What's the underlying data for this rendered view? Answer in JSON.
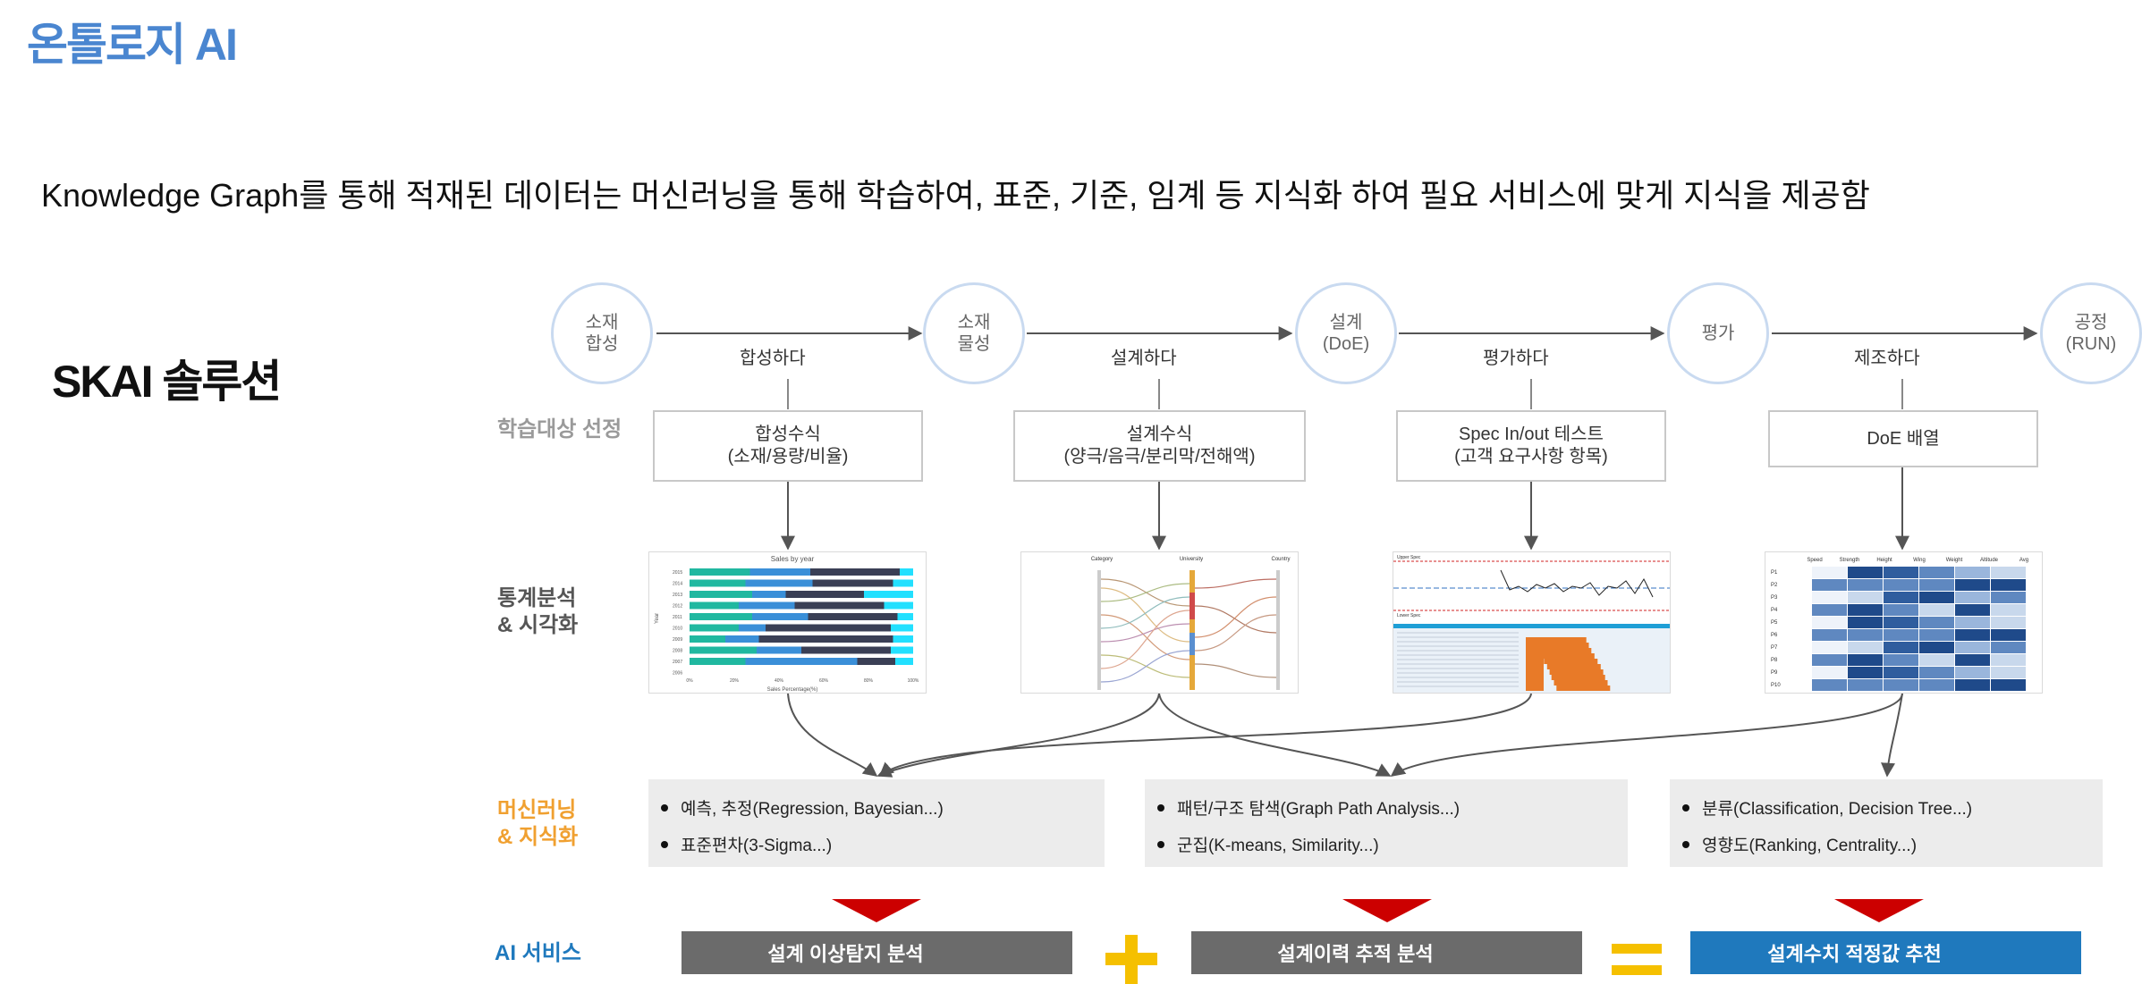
{
  "header": {
    "brand": "온톨로지 AI"
  },
  "subtitle": "Knowledge Graph를 통해 적재된 데이터는 머신러닝을 통해 학습하여, 표준, 기준, 임계 등 지식화 하여 필요 서비스에 맞게 지식을 제공함",
  "solution_title": "SKAI 솔루션",
  "row_labels": {
    "learning_target": "학습대상 선정",
    "stats": "통계분석\n& 시각화",
    "ml": "머신러닝\n& 지식화",
    "ai_service": "AI 서비스"
  },
  "pipeline": {
    "nodes": [
      "소재\n합성",
      "소재\n물성",
      "설계\n(DoE)",
      "평가",
      "공정\n(RUN)"
    ],
    "verbs": [
      "합성하다",
      "설계하다",
      "평가하다",
      "제조하다"
    ]
  },
  "targets": [
    "합성수식\n(소재/용량/비율)",
    "설계수식\n(양극/음극/분리막/전해액)",
    "Spec In/out 테스트\n(고객 요구사항 항목)",
    "DoE 배열"
  ],
  "thumbnails": {
    "bar_title": "Sales by year",
    "bar_xlabel": "Sales Percentage(%)",
    "bar_ylabel": "Year",
    "bar_years": [
      "2015",
      "2014",
      "2013",
      "2012",
      "2011",
      "2010",
      "2009",
      "2008",
      "2007",
      "2006"
    ],
    "bar_xticks": [
      "0%",
      "20%",
      "40%",
      "60%",
      "80%",
      "100%"
    ],
    "sankey_headers": [
      "Category",
      "University",
      "Country"
    ],
    "spec_labels": [
      "Upper Spec",
      "Lower Spec"
    ],
    "heat_cols": [
      "Speed",
      "Strength",
      "Height",
      "Wing",
      "Weight",
      "Altitude",
      "Avg"
    ],
    "heat_rows": [
      "P1",
      "P2",
      "P3",
      "P4",
      "P5",
      "P6",
      "P7",
      "P8",
      "P9",
      "P10"
    ]
  },
  "ml_boxes": [
    {
      "items": [
        "예측, 추정(Regression, Bayesian...)",
        "표준편차(3-Sigma...)"
      ]
    },
    {
      "items": [
        "패턴/구조 탐색(Graph Path Analysis...)",
        "군집(K-means, Similarity...)"
      ]
    },
    {
      "items": [
        "분류(Classification, Decision Tree...)",
        "영향도(Ranking, Centrality...)"
      ]
    }
  ],
  "services": [
    {
      "label": "설계 이상탐지 분석",
      "color": "#6b6b6b"
    },
    {
      "label": "설계이력 추적 분석",
      "color": "#6b6b6b"
    },
    {
      "label": "설계수치 적정값 추천",
      "color": "#1f79bd"
    }
  ],
  "colors": {
    "accent_blue": "#4a86d0",
    "operator_yellow": "#f5c000",
    "arrow_red": "#cc0000",
    "ml_orange": "#f0a030"
  }
}
